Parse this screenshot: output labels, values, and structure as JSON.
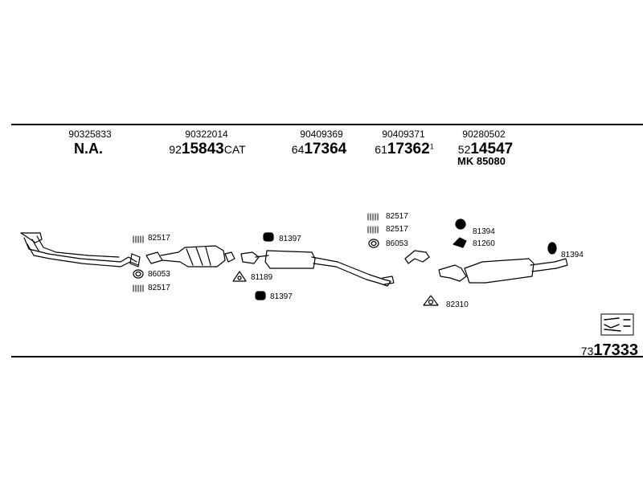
{
  "header_columns": [
    {
      "oe": "90325833",
      "part_prefix": "",
      "part_main": "N.A.",
      "part_suffix": ""
    },
    {
      "oe": "90322014",
      "part_prefix": "92",
      "part_main": "15843",
      "part_suffix": "CAT"
    },
    {
      "oe": "90409369",
      "part_prefix": "64",
      "part_main": "17364",
      "part_suffix": ""
    },
    {
      "oe": "90409371",
      "part_prefix": "61",
      "part_main": "17362",
      "part_suffix": "1"
    },
    {
      "oe": "90280502",
      "part_prefix": "52",
      "part_main": "14547",
      "part_suffix": ""
    }
  ],
  "mk_label": "MK  85080",
  "labels": {
    "l82517a": "82517",
    "l86053a": "86053",
    "l82517b": "82517",
    "l81189": "81189",
    "l81397a": "81397",
    "l81397b": "81397",
    "l82517c": "82517",
    "l82517d": "82517",
    "l86053b": "86053",
    "l81394a": "81394",
    "l81260": "81260",
    "l82310": "82310",
    "l81394b": "81394"
  },
  "kit": {
    "prefix": "73",
    "main": "17333"
  },
  "colors": {
    "ink": "#000000",
    "background": "#ffffff"
  }
}
